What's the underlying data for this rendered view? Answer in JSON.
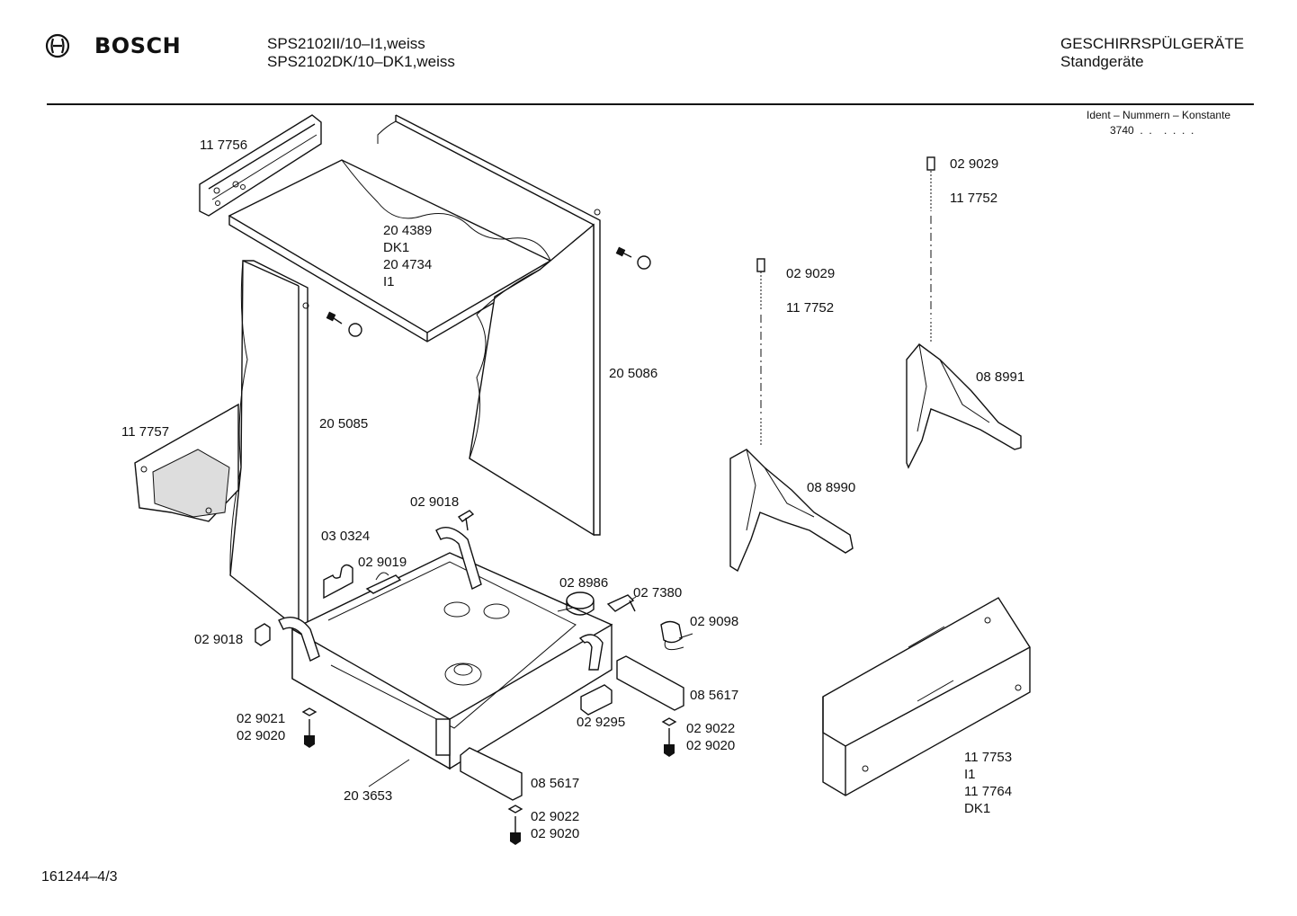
{
  "header": {
    "brand": "BOSCH",
    "model_line_1": "SPS2102II/10–I1,weiss",
    "model_line_2": "SPS2102DK/10–DK1,weiss",
    "category": "GESCHIRRSPÜLGERÄTE",
    "subcategory": "Standgeräte"
  },
  "ident": {
    "label": "Ident – Nummern – Konstante",
    "value": "3740  .  .    .  .  .  ."
  },
  "parts": [
    {
      "id": "p-117756",
      "lines": [
        "11 7756"
      ]
    },
    {
      "id": "p-204389",
      "lines": [
        "20 4389",
        "DK1",
        "20 4734",
        "I1"
      ]
    },
    {
      "id": "p-205086",
      "lines": [
        "20 5086"
      ]
    },
    {
      "id": "p-205085",
      "lines": [
        "20 5085"
      ]
    },
    {
      "id": "p-117757",
      "lines": [
        "11 7757"
      ]
    },
    {
      "id": "p-029018a",
      "lines": [
        "02 9018"
      ]
    },
    {
      "id": "p-030324",
      "lines": [
        "03 0324"
      ]
    },
    {
      "id": "p-029019",
      "lines": [
        "02 9019"
      ]
    },
    {
      "id": "p-028986",
      "lines": [
        "02 8986"
      ]
    },
    {
      "id": "p-027380",
      "lines": [
        "02 7380"
      ]
    },
    {
      "id": "p-029098",
      "lines": [
        "02 9098"
      ]
    },
    {
      "id": "p-029018b",
      "lines": [
        "02 9018"
      ]
    },
    {
      "id": "p-085617a",
      "lines": [
        "08 5617"
      ]
    },
    {
      "id": "p-029295",
      "lines": [
        "02 9295"
      ]
    },
    {
      "id": "p-029021",
      "lines": [
        "02 9021",
        "02 9020"
      ]
    },
    {
      "id": "p-029022a",
      "lines": [
        "02 9022",
        "02 9020"
      ]
    },
    {
      "id": "p-203653",
      "lines": [
        "20 3653"
      ]
    },
    {
      "id": "p-085617b",
      "lines": [
        "08 5617"
      ]
    },
    {
      "id": "p-029022b",
      "lines": [
        "02 9022",
        "02 9020"
      ]
    },
    {
      "id": "p-029029a",
      "lines": [
        "02 9029"
      ]
    },
    {
      "id": "p-117752a",
      "lines": [
        "11 7752"
      ]
    },
    {
      "id": "p-029029b",
      "lines": [
        "02 9029"
      ]
    },
    {
      "id": "p-117752b",
      "lines": [
        "11 7752"
      ]
    },
    {
      "id": "p-088991",
      "lines": [
        "08 8991"
      ]
    },
    {
      "id": "p-088990",
      "lines": [
        "08 8990"
      ]
    },
    {
      "id": "p-117753",
      "lines": [
        "11 7753",
        "I1",
        "11 7764",
        "DK1"
      ]
    }
  ],
  "footer": {
    "doc_id": "161244–4/3"
  }
}
